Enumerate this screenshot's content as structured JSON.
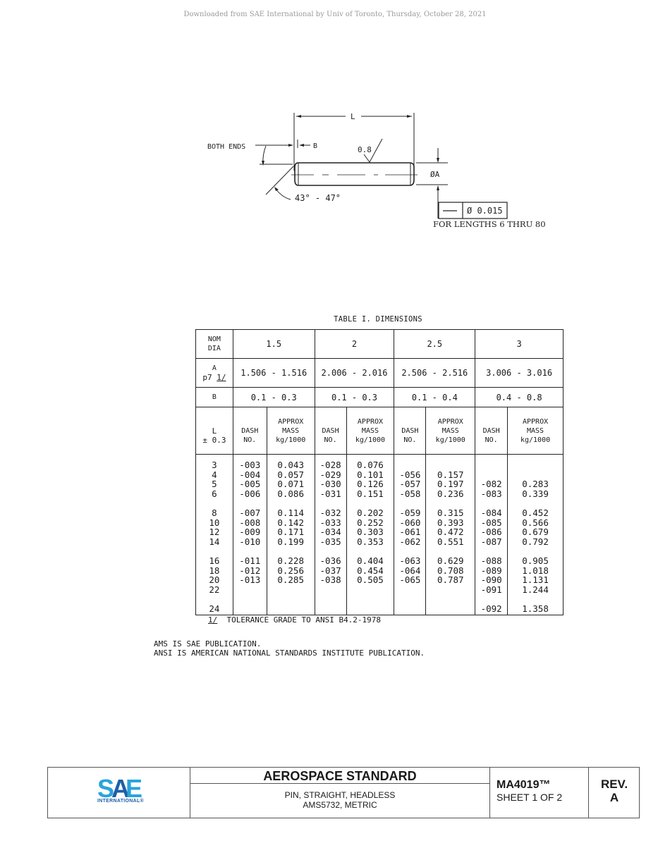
{
  "download_note": "Downloaded from SAE International by Univ of Toronto, Thursday, October 28, 2021",
  "drawing": {
    "label_L": "L",
    "label_B": "B",
    "label_both_ends": "BOTH ENDS",
    "surface_finish": "0.8",
    "label_diameter_A": "ØA",
    "chamfer_angle": "43° - 47°",
    "fcf_symbol": "—",
    "fcf_tolerance": "Ø 0.015",
    "fcf_note": "FOR LENGTHS 6 THRU 80"
  },
  "table": {
    "title": "TABLE I. DIMENSIONS",
    "nom_dia_label": [
      "NOM",
      "DIA"
    ],
    "nom_dia": [
      "1.5",
      "2",
      "2.5",
      "3"
    ],
    "a_label": [
      "A",
      "p7 1/"
    ],
    "a_values": [
      "1.506 - 1.516",
      "2.006 - 2.016",
      "2.506 - 2.516",
      "3.006 - 3.016"
    ],
    "b_label": "B",
    "b_values": [
      "0.1 - 0.3",
      "0.1 - 0.3",
      "0.1 - 0.4",
      "0.4 - 0.8"
    ],
    "l_label": [
      "L",
      "± 0.3"
    ],
    "dash_label": [
      "DASH",
      "NO."
    ],
    "mass_label": [
      "APPROX",
      "MASS",
      "kg/1000"
    ],
    "rows": [
      {
        "L": "3",
        "c": [
          [
            "-003",
            "0.043"
          ],
          [
            "-028",
            "0.076"
          ],
          [
            "",
            ""
          ],
          [
            "",
            ""
          ]
        ]
      },
      {
        "L": "4",
        "c": [
          [
            "-004",
            "0.057"
          ],
          [
            "-029",
            "0.101"
          ],
          [
            "-056",
            "0.157"
          ],
          [
            "",
            ""
          ]
        ]
      },
      {
        "L": "5",
        "c": [
          [
            "-005",
            "0.071"
          ],
          [
            "-030",
            "0.126"
          ],
          [
            "-057",
            "0.197"
          ],
          [
            "-082",
            "0.283"
          ]
        ]
      },
      {
        "L": "6",
        "c": [
          [
            "-006",
            "0.086"
          ],
          [
            "-031",
            "0.151"
          ],
          [
            "-058",
            "0.236"
          ],
          [
            "-083",
            "0.339"
          ]
        ]
      },
      {
        "L": "8",
        "c": [
          [
            "-007",
            "0.114"
          ],
          [
            "-032",
            "0.202"
          ],
          [
            "-059",
            "0.315"
          ],
          [
            "-084",
            "0.452"
          ]
        ]
      },
      {
        "L": "10",
        "c": [
          [
            "-008",
            "0.142"
          ],
          [
            "-033",
            "0.252"
          ],
          [
            "-060",
            "0.393"
          ],
          [
            "-085",
            "0.566"
          ]
        ]
      },
      {
        "L": "12",
        "c": [
          [
            "-009",
            "0.171"
          ],
          [
            "-034",
            "0.303"
          ],
          [
            "-061",
            "0.472"
          ],
          [
            "-086",
            "0.679"
          ]
        ]
      },
      {
        "L": "14",
        "c": [
          [
            "-010",
            "0.199"
          ],
          [
            "-035",
            "0.353"
          ],
          [
            "-062",
            "0.551"
          ],
          [
            "-087",
            "0.792"
          ]
        ]
      },
      {
        "L": "16",
        "c": [
          [
            "-011",
            "0.228"
          ],
          [
            "-036",
            "0.404"
          ],
          [
            "-063",
            "0.629"
          ],
          [
            "-088",
            "0.905"
          ]
        ]
      },
      {
        "L": "18",
        "c": [
          [
            "-012",
            "0.256"
          ],
          [
            "-037",
            "0.454"
          ],
          [
            "-064",
            "0.708"
          ],
          [
            "-089",
            "1.018"
          ]
        ]
      },
      {
        "L": "20",
        "c": [
          [
            "-013",
            "0.285"
          ],
          [
            "-038",
            "0.505"
          ],
          [
            "-065",
            "0.787"
          ],
          [
            "-090",
            "1.131"
          ]
        ]
      },
      {
        "L": "22",
        "c": [
          [
            "",
            ""
          ],
          [
            "",
            ""
          ],
          [
            "",
            ""
          ],
          [
            "-091",
            "1.244"
          ]
        ]
      },
      {
        "L": "24",
        "c": [
          [
            "",
            ""
          ],
          [
            "",
            ""
          ],
          [
            "",
            ""
          ],
          [
            "-092",
            "1.358"
          ]
        ]
      }
    ]
  },
  "footnote": {
    "marker": "1/",
    "text": "TOLERANCE GRADE TO ANSI B4.2-1978"
  },
  "notes": [
    "AMS IS SAE PUBLICATION.",
    "ANSI IS AMERICAN NATIONAL STANDARDS INSTITUTE PUBLICATION."
  ],
  "title_block": {
    "logo_text": "SAE",
    "logo_sub": "INTERNATIONAL®",
    "heading": "AEROSPACE STANDARD",
    "description": [
      "PIN, STRAIGHT, HEADLESS",
      "AMS5732, METRIC"
    ],
    "doc_number": "MA4019™",
    "sheet": "SHEET 1 OF 2",
    "rev_label": "REV.",
    "rev_value": "A",
    "colors": {
      "logo_light": "#2aa3dc",
      "logo_dark": "#1d5fa8"
    }
  }
}
